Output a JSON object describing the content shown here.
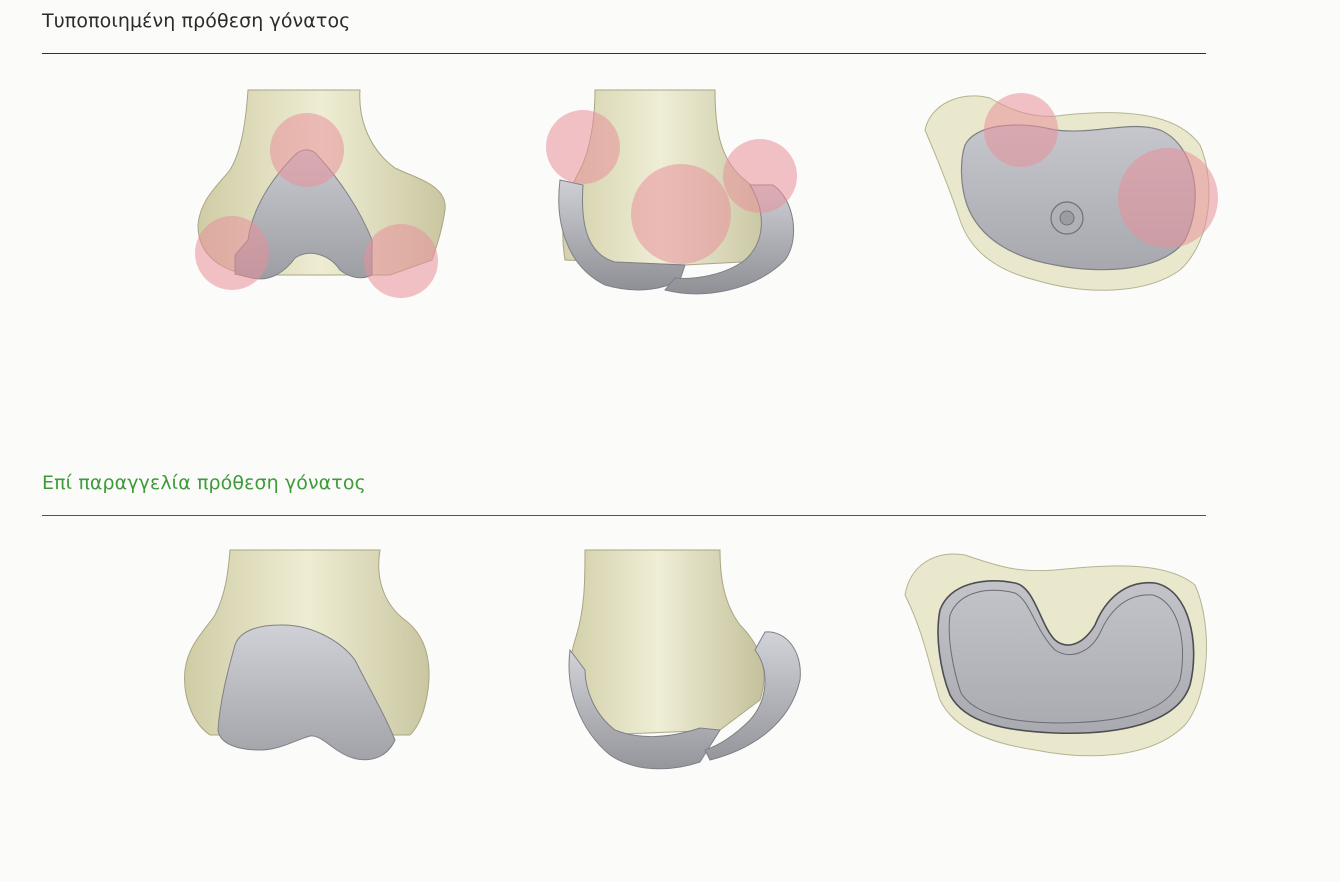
{
  "sections": {
    "standard": {
      "title": "Τυποποιημένη πρόθεση γόνατος"
    },
    "custom": {
      "title": "Επί παραγγελία πρόθεση γόνατος"
    }
  },
  "colors": {
    "bone": "#e6e5c4",
    "bone_shadow": "#b8b795",
    "implant": "#b9bac0",
    "implant_shadow": "#8f9096",
    "highlight_circle": "#e8909a",
    "custom_title": "#3f9a3b"
  },
  "figures": [
    "femur-front-standard",
    "femur-side-standard",
    "tibia-top-standard",
    "femur-front-custom",
    "femur-side-custom",
    "tibia-top-custom"
  ]
}
